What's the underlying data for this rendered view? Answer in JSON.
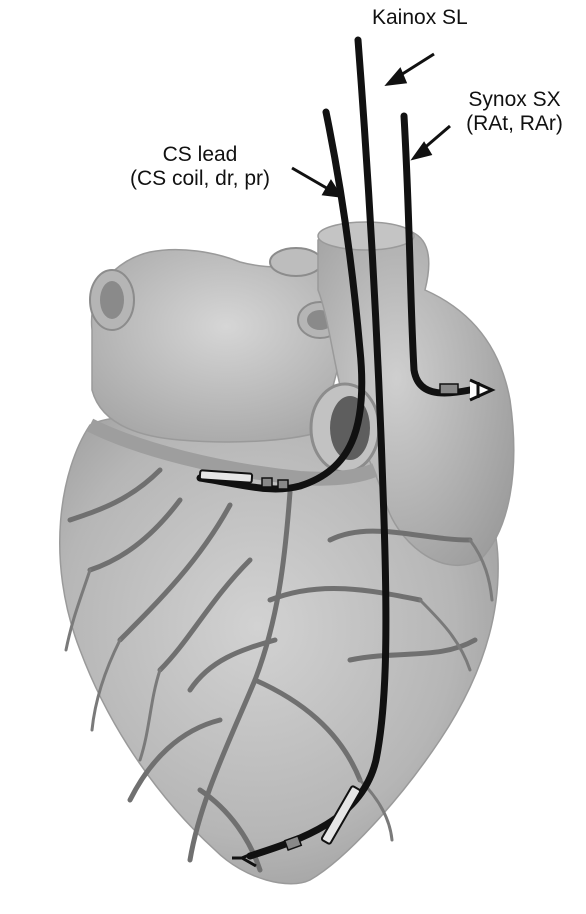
{
  "labels": {
    "kainox": [
      "Kainox SL"
    ],
    "synox": [
      "Synox SX",
      "(RAt, RAr)"
    ],
    "cs_lead": [
      "CS lead",
      "(CS coil, dr, pr)"
    ]
  },
  "colors": {
    "heart_light": "#c9c9c9",
    "heart_mid": "#a8a8a8",
    "heart_dark": "#7c7c7c",
    "vessel": "#6e6e6e",
    "lead": "#111111",
    "electrode": "#e6e6e6"
  }
}
